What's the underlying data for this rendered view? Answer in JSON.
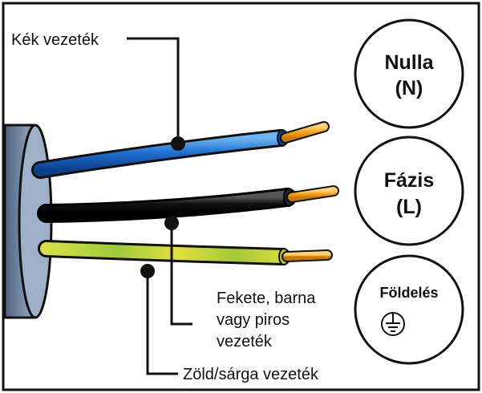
{
  "labels": {
    "blue_wire": "Kék vezeték",
    "black_wire_1": "Fekete, barna",
    "black_wire_2": "vagy piros",
    "black_wire_3": "vezeték",
    "green_wire": "Zöld/sárga vezeték"
  },
  "terminals": {
    "neutral": {
      "name": "Nulla",
      "code": "(N)"
    },
    "phase": {
      "name": "Fázis",
      "code": "(L)"
    },
    "earth": {
      "name": "Földelés",
      "symbol": "earth-ground-icon"
    }
  },
  "colors": {
    "blue_wire": "#1f6fd1",
    "black_wire": "#111111",
    "green_yellow_wire": "#c8d43a",
    "copper": "#f4a21a",
    "cable_sheath": "#7f93ad"
  }
}
